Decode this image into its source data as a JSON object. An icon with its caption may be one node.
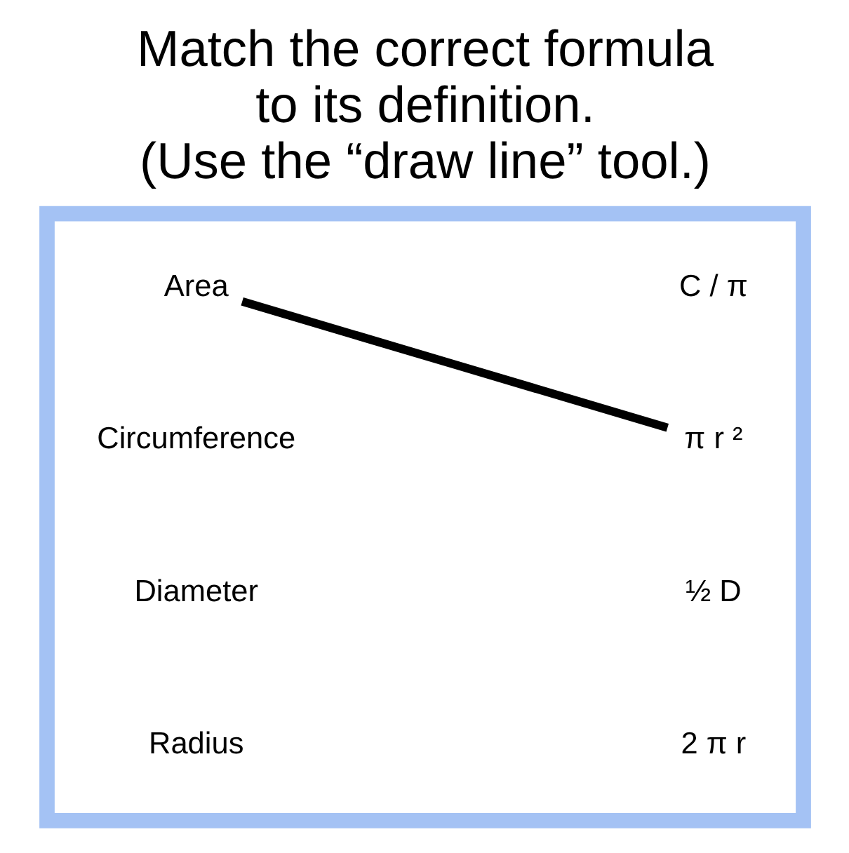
{
  "diagram": {
    "title": "Match the correct formula to its definition. (Use the “draw line” tool.)",
    "nodes": [
      {
        "text": [],
        "shape": "box"
      },
      {
        "text": [
          "Area"
        ],
        "in": 0
      },
      {
        "text": [
          "Circumference"
        ],
        "in": 0
      },
      {
        "text": [
          "Diameter"
        ],
        "in": 0
      },
      {
        "text": [
          "Radius"
        ],
        "in": 0
      },
      {
        "text": [
          "C / π"
        ],
        "in": 0
      },
      {
        "text": [
          "π r ²"
        ],
        "in": 0
      },
      {
        "text": [
          "½ D"
        ],
        "in": 0
      },
      {
        "text": [
          "2 π r"
        ],
        "in": 0
      }
    ],
    "edges": [
      {
        "from": 1,
        "to": 6,
        "arrow": "none"
      }
    ]
  }
}
